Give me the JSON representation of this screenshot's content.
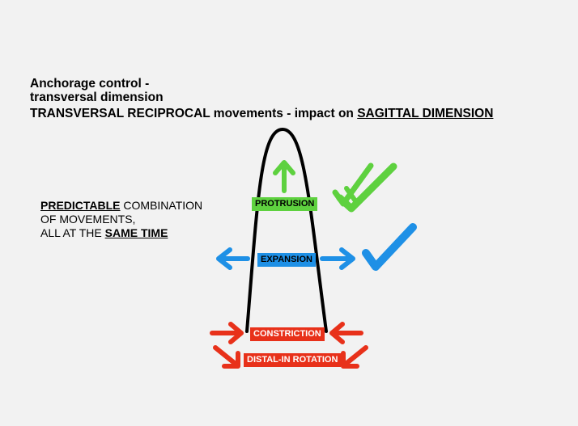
{
  "title": {
    "line1": "Anchorage control -",
    "line2": "transversal dimension"
  },
  "subtitle": {
    "main": "TRANSVERSAL RECIPROCAL movements - impact on ",
    "emphasis": "SAGITTAL DIMENSION"
  },
  "left_text": {
    "line1_emph": "PREDICTABLE",
    "line1_rest": " COMBINATION",
    "line2": "OF MOVEMENTS,",
    "line3_pre": "ALL AT THE ",
    "line3_emph": "SAME TIME"
  },
  "labels": {
    "protrusion": "PROTRUSION",
    "expansion": "EXPANSION",
    "constriction": "CONSTRICTION",
    "distal_in_rotation": "DISTAL-IN ROTATION"
  },
  "colors": {
    "background": "#f2f2f2",
    "green": "#5ed13f",
    "blue": "#1e90e6",
    "red": "#e8311a",
    "arch": "#000000"
  },
  "icons": {
    "protrusion_arrow": "arrow-up-icon",
    "expansion_arrows": [
      "arrow-left-icon",
      "arrow-right-icon"
    ],
    "constriction_arrows": [
      "arrow-right-icon",
      "arrow-left-icon"
    ],
    "rotation_arrows": [
      "arrow-down-right-icon",
      "arrow-down-left-icon"
    ],
    "checkmarks": [
      "double-checkmark-icon",
      "checkmark-icon"
    ]
  }
}
